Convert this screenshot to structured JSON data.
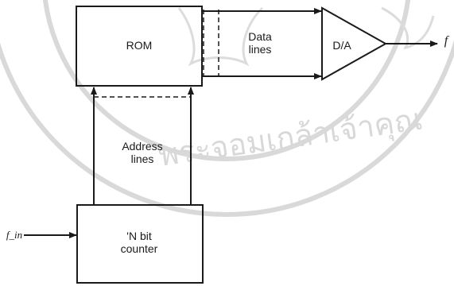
{
  "colors": {
    "ink": "#1a1a1a",
    "watermark": "#d6d6d6",
    "background": "#ffffff"
  },
  "blocks": {
    "rom": {
      "label": "ROM"
    },
    "counter": {
      "line1": "'N bit",
      "line2": "counter"
    },
    "dac": {
      "label": "D/A"
    }
  },
  "buses": {
    "data": {
      "line1": "Data",
      "line2": "lines"
    },
    "address": {
      "line1": "Address",
      "line2": "lines"
    }
  },
  "signals": {
    "input": "f_in",
    "output": "f"
  },
  "watermark": {
    "text": "พระจอมเกล้าเจ้าคุณ",
    "style": "university-seal"
  }
}
